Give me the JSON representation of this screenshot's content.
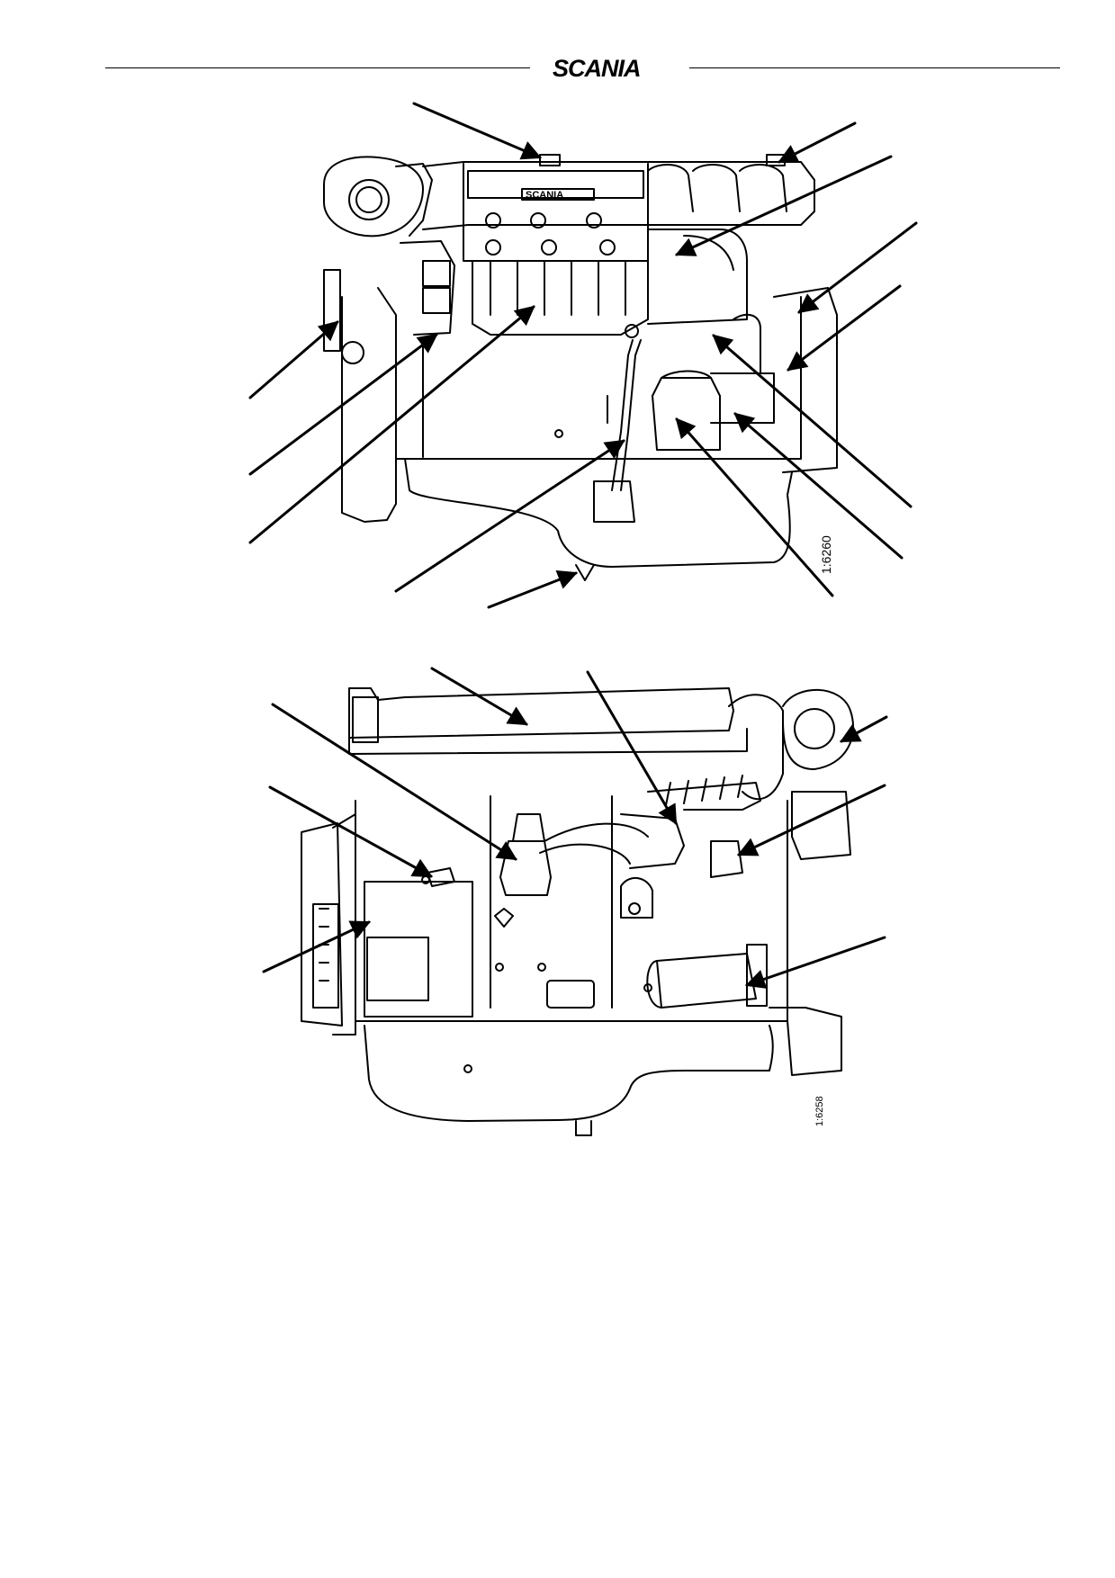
{
  "header": {
    "brand": "SCANIA"
  },
  "figures": [
    {
      "code": "1:6260",
      "view": "top"
    },
    {
      "code": "1:6258",
      "view": "bottom"
    }
  ],
  "colors": {
    "line": "#000000",
    "background": "#ffffff"
  }
}
